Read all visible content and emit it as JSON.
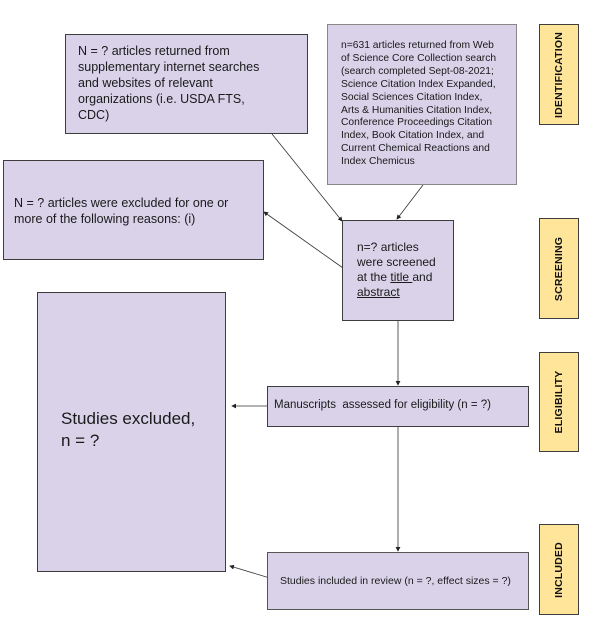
{
  "stages": {
    "identification": "IDENTIFICATION",
    "screening": "SCREENING",
    "eligibility": "ELIGIBILITY",
    "included": "INCLUDED"
  },
  "boxes": {
    "supplementary": "N = ? articles returned from\nsupplementary internet searches\nand websites of relevant\norganizations (i.e. USDA FTS,\nCDC)",
    "web_of_science": "n=631 articles returned from Web\nof Science Core Collection search\n(search completed Sept-08-2021;\nScience Citation Index Expanded,\nSocial Sciences Citation Index,\nArts & Humanities Citation Index,\nConference Proceedings Citation\nIndex, Book Citation Index, and\nCurrent Chemical Reactions and\nIndex Chemicus",
    "excluded_reasons": "N = ? articles were excluded for one or\nmore of the following reasons: (i)",
    "screened": {
      "line1": "n=? articles",
      "line2": "were screened",
      "line3_prefix": "at the ",
      "line3_title": "title ",
      "line3_suffix": "and",
      "line4": "abstract"
    },
    "studies_excluded": "Studies excluded,\nn = ?",
    "eligibility": "Manuscripts  assessed for eligibility (n = ?)",
    "included": "Studies included in review (n = ?, effect sizes = ?)"
  }
}
